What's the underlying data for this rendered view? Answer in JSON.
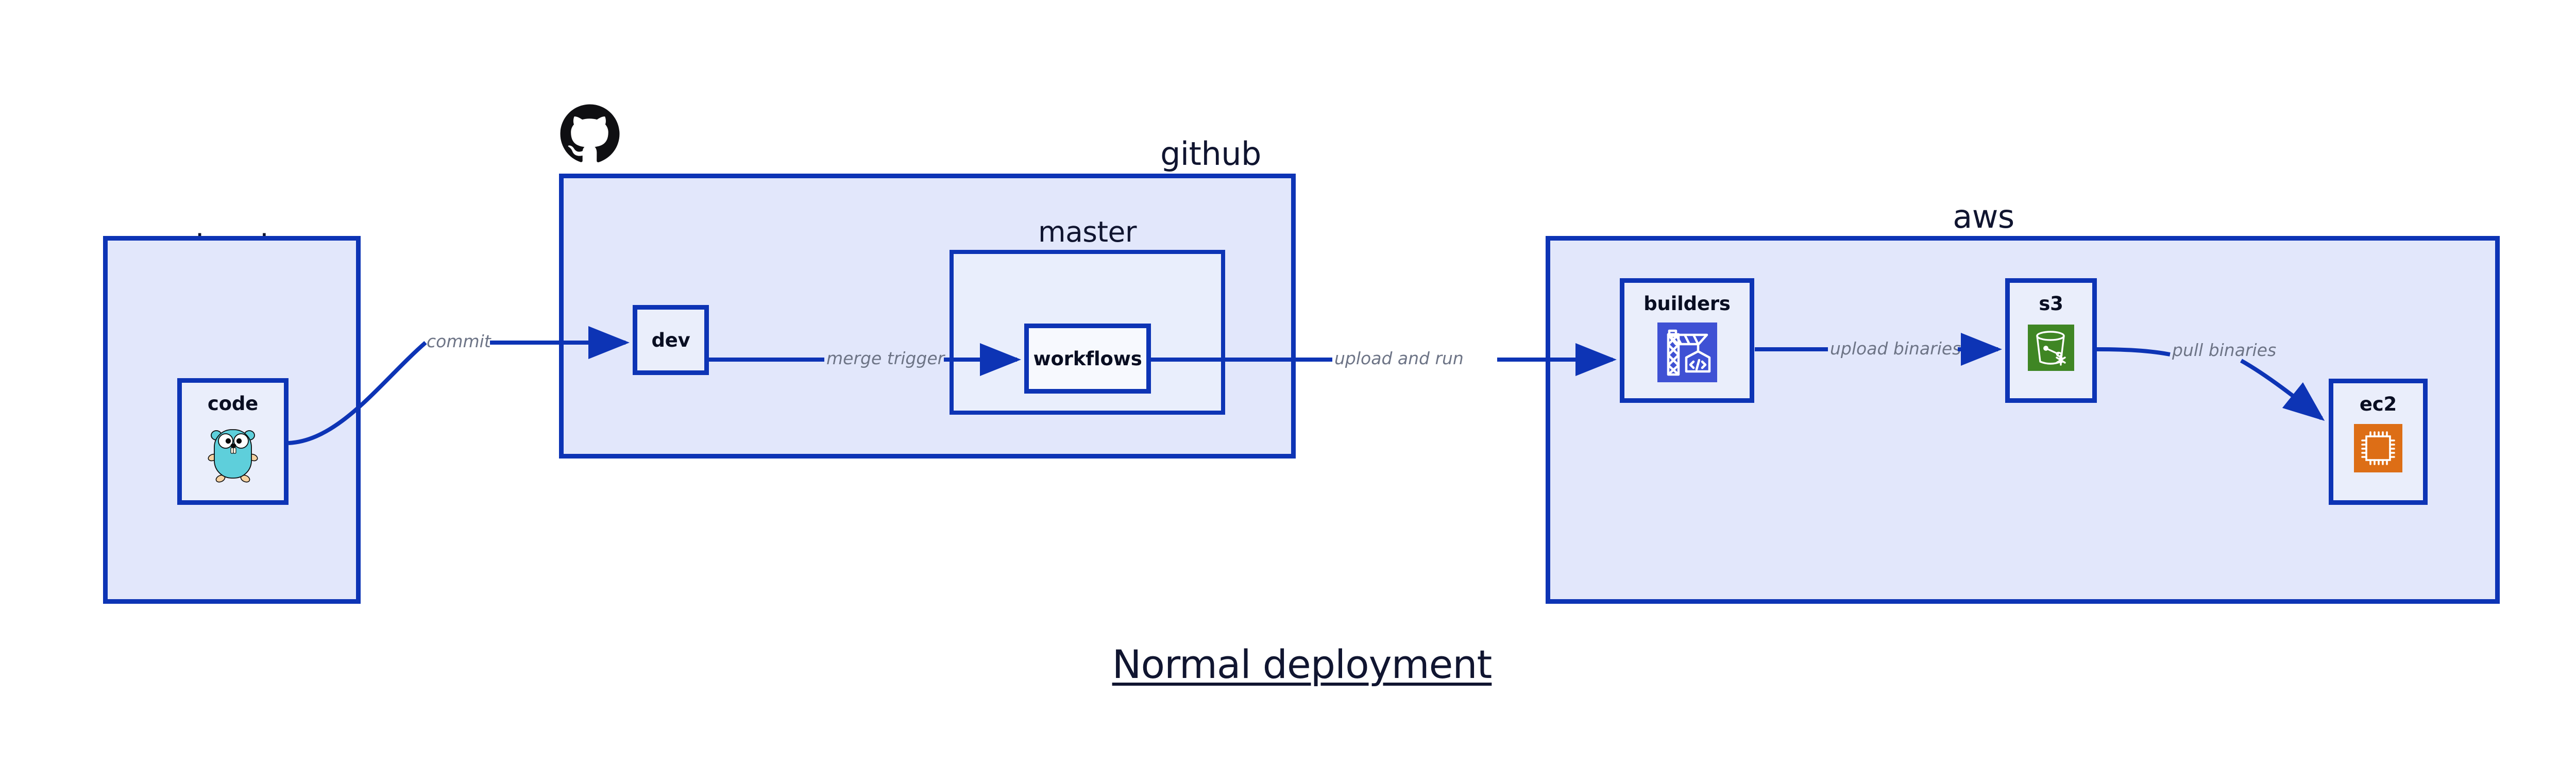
{
  "diagram": {
    "caption": "Normal deployment",
    "colors": {
      "border_blue": "#0d34b5",
      "group_fill": "#e2e7fb",
      "inner_fill": "#e9eefc",
      "node_fill": "#eaeefb",
      "node_fill_white": "#f7f9fe",
      "edge_label_gray": "#6d7486",
      "text_dark": "#101530",
      "builders_icon_bg": "#3f51d4",
      "s3_icon_bg": "#3f8624",
      "ec2_icon_bg": "#dd6e16",
      "gopher_body": "#5ecfdb",
      "github_mark": "#0f0f12"
    },
    "groups": [
      {
        "key": "local",
        "label": "local"
      },
      {
        "key": "github",
        "label": "github"
      },
      {
        "key": "master",
        "label": "master"
      },
      {
        "key": "aws",
        "label": "aws"
      }
    ],
    "nodes": [
      {
        "key": "code",
        "label": "code",
        "icon": "go-gopher-icon"
      },
      {
        "key": "dev",
        "label": "dev",
        "icon": "none"
      },
      {
        "key": "workflows",
        "label": "workflows",
        "icon": "none"
      },
      {
        "key": "builders",
        "label": "builders",
        "icon": "aws-codebuild-icon"
      },
      {
        "key": "s3",
        "label": "s3",
        "icon": "aws-s3-bucket-icon"
      },
      {
        "key": "ec2",
        "label": "ec2",
        "icon": "aws-ec2-chip-icon"
      }
    ],
    "edges": [
      {
        "key": "commit",
        "label": "commit",
        "from": "code",
        "to": "dev"
      },
      {
        "key": "merge-trigger",
        "label": "merge trigger",
        "from": "dev",
        "to": "workflows"
      },
      {
        "key": "upload-and-run",
        "label": "upload and run",
        "from": "workflows",
        "to": "builders"
      },
      {
        "key": "upload-binaries",
        "label": "upload binaries",
        "from": "builders",
        "to": "s3"
      },
      {
        "key": "pull-binaries",
        "label": "pull binaries",
        "from": "s3",
        "to": "ec2"
      }
    ]
  }
}
